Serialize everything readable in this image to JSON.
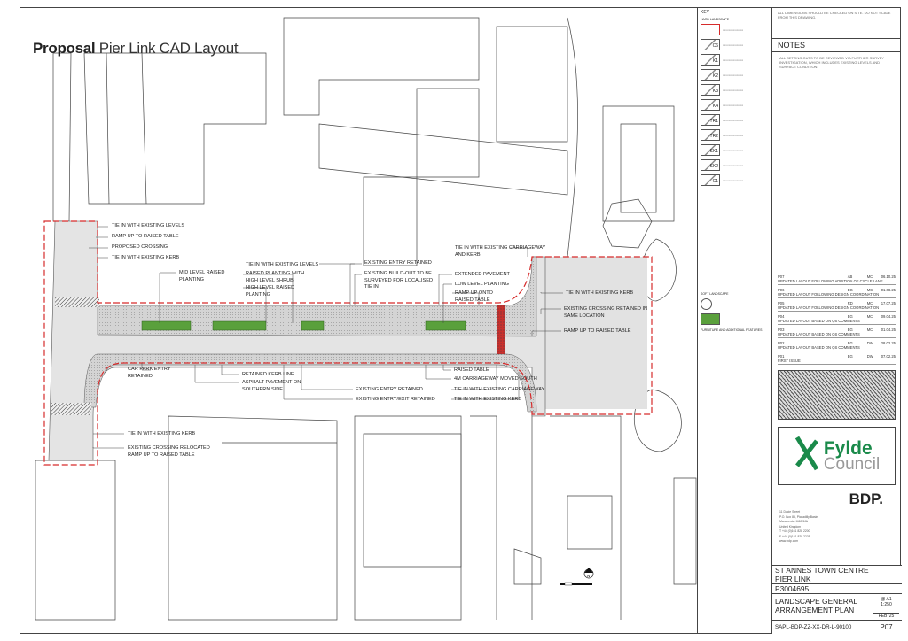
{
  "title": {
    "bold": "Proposal",
    "rest": "Pier Link CAD Layout"
  },
  "annotations": [
    "TIE IN WITH EXISTING LEVELS",
    "RAMP UP TO RAISED TABLE",
    "PROPOSED CROSSING",
    "TIE IN WITH EXISTING KERB",
    "MID LEVEL RAISED\nPLANTING",
    "TIE IN WITH EXISTING LEVELS",
    "RAISED PLANTING WITH\nHIGH LEVEL SHRUB",
    "HIGH LEVEL RAISED\nPLANTING",
    "EXISTING ENTRY RETAINED",
    "EXISTING BUILD-OUT TO BE\nSURVEYED FOR LOCALISED\nTIE IN",
    "TIE IN WITH EXISTING CARRIAGEWAY\nAND KERB",
    "EXTENDED PAVEMENT",
    "LOW LEVEL PLANTING",
    "RAMP UP ONTO\nRAISED TABLE",
    "TIE IN WITH EXISTING KERB",
    "EXISTING CROSSING RETAINED IN\nSAME LOCATION",
    "RAMP UP TO RAISED TABLE",
    "CAR PARK ENTRY\nRETAINED",
    "RETAINED KERB LINE",
    "ASPHALT PAVEMENT ON\nSOUTHERN SIDE",
    "EXISTING ENTRY RETAINED",
    "EXISTING ENTRY/EXIT RETAINED",
    "RAISED TABLE",
    "4M CARRIAGEWAY MOVED SOUTH",
    "TIE IN WITH EXISTING CARRIAGEWAY",
    "TIE IN WITH EXISTING KERB",
    "TIE IN WITH EXISTING KERB",
    "EXISTING CROSSING RELOCATED\nRAMP UP TO RAISED TABLE"
  ],
  "key": {
    "heading": "KEY",
    "hard": "HARD LANDSCAPE",
    "soft": "SOFT LANDSCAPE",
    "furniture": "FURNITURE AND ADDITIONAL FEATURES",
    "codes": [
      "",
      "C6",
      "K1",
      "K2",
      "K3",
      "K4",
      "TR1",
      "TR2",
      "SK1",
      "SK2",
      "C1"
    ]
  },
  "notes": {
    "heading": "NOTES",
    "disclaimer": "ALL DIMENSIONS SHOULD BE CHECKED ON SITE. DO NOT SCALE FROM THIS DRAWING.",
    "note1": "ALL SETTING OUTS TO BE REVIEWED VIA FURTHER SURVEY INVESTIGATION, WHICH INCLUDES EXISTING LEVELS AND SURFACE CONDITION."
  },
  "revisions": [
    {
      "rev": "P07",
      "by": "AB",
      "chk": "MC",
      "date": "06.10.25",
      "desc": "UPDATED LAYOUT FOLLOWING ADDITION OF CYCLE LANE"
    },
    {
      "rev": "P06",
      "by": "EG",
      "chk": "MC",
      "date": "01.08.25",
      "desc": "UPDATED LAYOUT FOLLOWING DESIGN COORDINATION"
    },
    {
      "rev": "P05",
      "by": "RD",
      "chk": "MC",
      "date": "17.07.25",
      "desc": "UPDATED LAYOUT FOLLOWING DESIGN COORDINATION"
    },
    {
      "rev": "P04",
      "by": "EG",
      "chk": "MC",
      "date": "09.04.25",
      "desc": "UPDATED LAYOUT BASED ON QS COMMENTS"
    },
    {
      "rev": "P03",
      "by": "EG",
      "chk": "MC",
      "date": "01.04.25",
      "desc": "UPDATED LAYOUT BASED ON QS COMMENTS"
    },
    {
      "rev": "P02",
      "by": "EG",
      "chk": "DW",
      "date": "28.02.25",
      "desc": "UPDATED LAYOUT BASED ON QS COMMENTS"
    },
    {
      "rev": "P01",
      "by": "EG",
      "chk": "DW",
      "date": "07.02.25",
      "desc": "FIRST ISSUE"
    }
  ],
  "logo": {
    "line1": "Fylde",
    "line2": "Council"
  },
  "bdp": {
    "name": "BDP.",
    "address": [
      "11 Ducie Street",
      "P.O. Box 85, Piccadilly Basin",
      "Manchester M60 3JA",
      "United Kingdom",
      "T +44 (0)161 828 2200",
      "F +44 (0)161 828 2235",
      "www.bdp.com"
    ]
  },
  "project": {
    "line1": "ST ANNES TOWN CENTRE",
    "line2": "PIER LINK",
    "number": "P3004695",
    "title1": "LANDSCAPE GENERAL",
    "title2": "ARRANGEMENT PLAN",
    "paper": "@ A1",
    "scale": "1:250",
    "date": "FEB '25",
    "drawing_no": "SAPL-BDP-ZZ-XX-DR-L-90100",
    "revision": "P07"
  },
  "north": "N",
  "colors": {
    "boundary": "#d62b2b",
    "planting": "#5aa03c",
    "pavement": "#cfcfcf",
    "carriageway": "#dcdcdc",
    "brand": "#1a8a4a"
  }
}
